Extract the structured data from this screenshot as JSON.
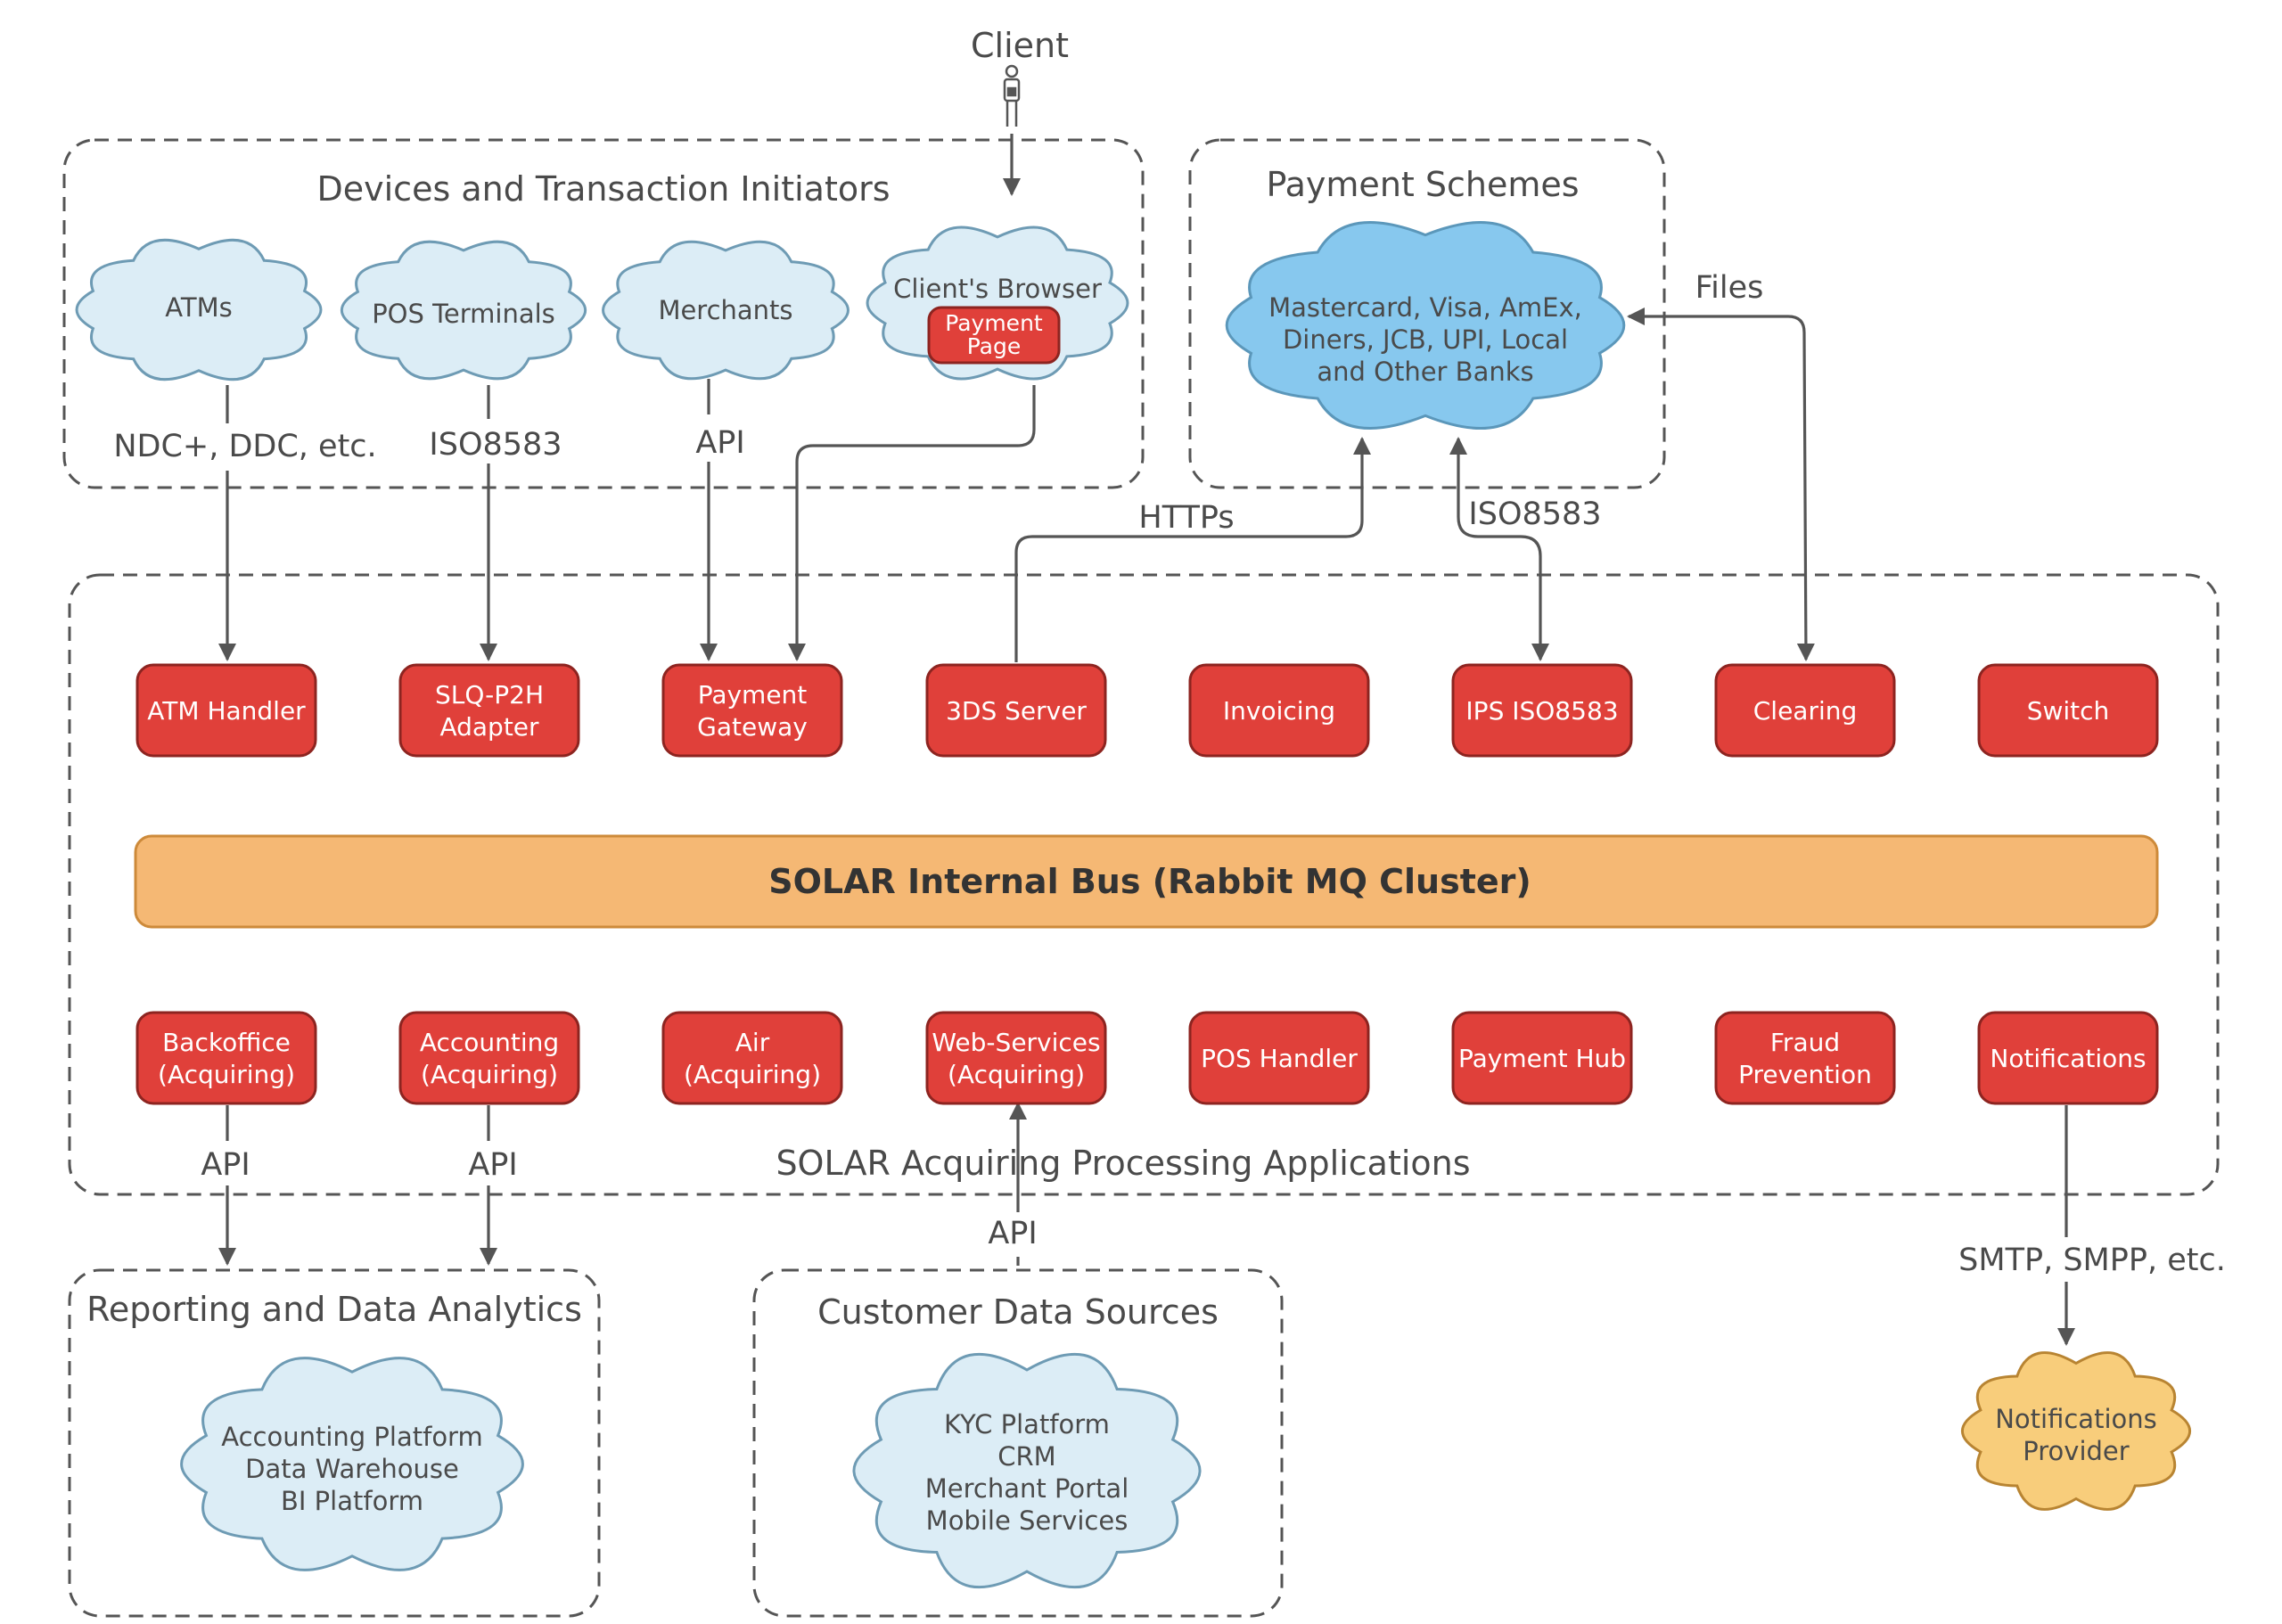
{
  "client": {
    "label": "Client"
  },
  "groups": {
    "devices": {
      "title": "Devices and Transaction Initiators"
    },
    "schemes": {
      "title": "Payment Schemes"
    },
    "solar": {
      "title": "SOLAR Acquiring Processing Applications"
    },
    "reporting": {
      "title": "Reporting and Data Analytics"
    },
    "customer": {
      "title": "Customer Data Sources"
    }
  },
  "clouds": {
    "atms": [
      "ATMs"
    ],
    "pos_terminals": [
      "POS Terminals"
    ],
    "merchants": [
      "Merchants"
    ],
    "browser": [
      "Client's Browser"
    ],
    "payment_page": [
      "Payment",
      "Page"
    ],
    "schemes": [
      "Mastercard, Visa, AmEx,",
      "Diners, JCB, UPI, Local",
      "and Other Banks"
    ],
    "reporting": [
      "Accounting Platform",
      "Data Warehouse",
      "BI Platform"
    ],
    "customer": [
      "KYC Platform",
      "CRM",
      "Merchant Portal",
      "Mobile Services"
    ],
    "notifications_provider": [
      "Notifications",
      "Provider"
    ]
  },
  "top_modules": [
    [
      "ATM Handler"
    ],
    [
      "SLQ-P2H",
      "Adapter"
    ],
    [
      "Payment",
      "Gateway"
    ],
    [
      "3DS Server"
    ],
    [
      "Invoicing"
    ],
    [
      "IPS ISO8583"
    ],
    [
      "Clearing"
    ],
    [
      "Switch"
    ]
  ],
  "bus": {
    "label": "SOLAR Internal Bus (Rabbit MQ Cluster)"
  },
  "bottom_modules": [
    [
      "Backoffice",
      "(Acquiring)"
    ],
    [
      "Accounting",
      "(Acquiring)"
    ],
    [
      "Air",
      "(Acquiring)"
    ],
    [
      "Web-Services",
      "(Acquiring)"
    ],
    [
      "POS Handler"
    ],
    [
      "Payment Hub"
    ],
    [
      "Fraud",
      "Prevention"
    ],
    [
      "Notifications"
    ]
  ],
  "protocols": {
    "atm": "NDC+, DDC, etc.",
    "pos": "ISO8583",
    "merchants": "API",
    "https": "HTTPs",
    "iso": "ISO8583",
    "files": "Files",
    "backoffice_api": "API",
    "accounting_api": "API",
    "webservices_api": "API",
    "notify": "SMTP, SMPP, etc."
  },
  "colors": {
    "module_red": "#e0403a",
    "bus_orange": "#f5b874",
    "cloud_light_blue": "#dcedf6",
    "cloud_blue": "#87c8ee",
    "cloud_orange": "#f8cd7b"
  }
}
